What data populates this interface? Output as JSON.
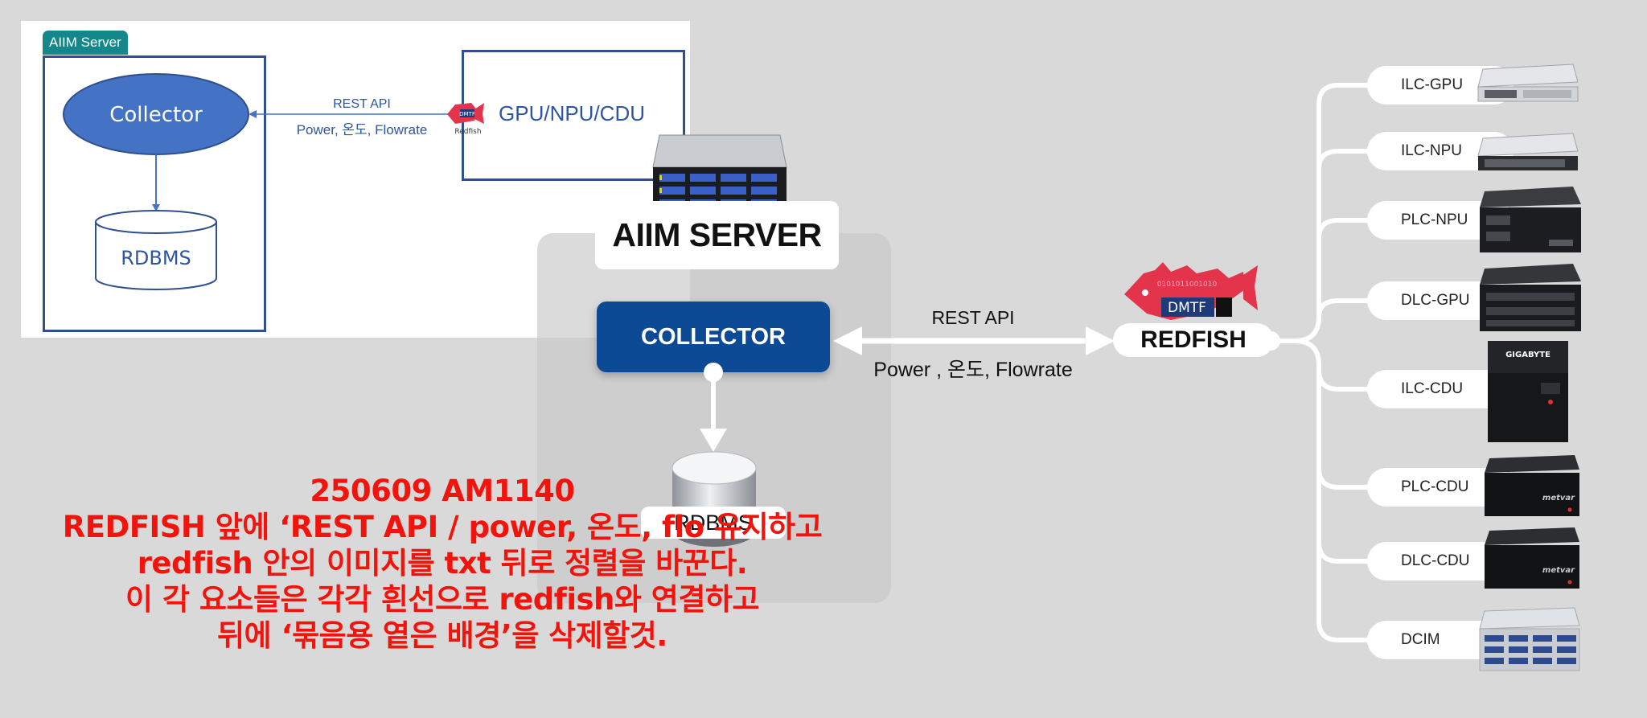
{
  "inset": {
    "tag": "AIIM Server",
    "collector": "Collector",
    "rdbms": "RDBMS",
    "rest_api": "REST API",
    "metrics": "Power, 온도, Flowrate",
    "redfish_small": "Redfish",
    "dmtf_small": "DMTF",
    "target": "GPU/NPU/CDU"
  },
  "main": {
    "server_title": "AIIM SERVER",
    "collector": "COLLECTOR",
    "rdbms": "RDBMS",
    "rest_api": "REST API",
    "metrics": "Power , 온도, Flowrate",
    "redfish": "REDFISH",
    "dmtf": "DMTF"
  },
  "devices": [
    {
      "label": "ILC-GPU"
    },
    {
      "label": "ILC-NPU"
    },
    {
      "label": "PLC-NPU"
    },
    {
      "label": "DLC-GPU"
    },
    {
      "label": "ILC-CDU"
    },
    {
      "label": "PLC-CDU"
    },
    {
      "label": "DLC-CDU"
    },
    {
      "label": "DCIM"
    }
  ],
  "device_brands": {
    "gigabyte": "GIGABYTE",
    "metvar": "metvar"
  },
  "note": {
    "line1": "250609 AM1140",
    "line2": "REDFISH 앞에 ‘REST API / power, 온도, flo      유지하고",
    "line3": "redfish 안의 이미지를 txt 뒤로 정렬을 바꾼다.",
    "line4": "이 각 요소들은 각각 흰선으로 redfish와  연결하고",
    "line5": "뒤에 ‘묶음용 옅은 배경’을 삭제할것."
  },
  "colors": {
    "background": "#d9d9d9",
    "collector_fill": "#0d4a95",
    "inset_blue": "#2f55a0",
    "inset_tag": "#14878a",
    "note_red": "#f0140c",
    "redfish_red": "#e3344c"
  }
}
